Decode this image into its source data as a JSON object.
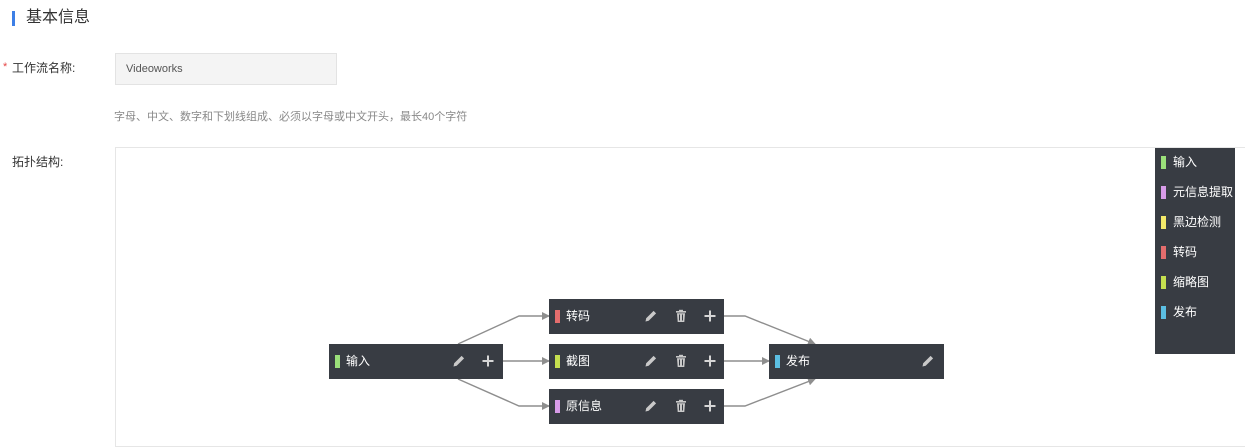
{
  "section": {
    "title": "基本信息"
  },
  "form": {
    "required_mark": "*",
    "name_label": "工作流名称:",
    "name_value": "Videoworks",
    "hint": "字母、中文、数字和下划线组成、必须以字母或中文开头，最长40个字符",
    "topology_label": "拓扑结构:"
  },
  "nodes": {
    "input": {
      "label": "输入",
      "color": "#9be07a"
    },
    "transcode": {
      "label": "转码",
      "color": "#e46d6d"
    },
    "snapshot": {
      "label": "截图",
      "color": "#c5df4f"
    },
    "metainfo": {
      "label": "原信息",
      "color": "#d79be8"
    },
    "publish": {
      "label": "发布",
      "color": "#5bbfe3"
    }
  },
  "legend": {
    "items": [
      {
        "label": "输入",
        "color": "#9be07a"
      },
      {
        "label": "元信息提取",
        "color": "#d79be8"
      },
      {
        "label": "黑边检测",
        "color": "#f3e96a"
      },
      {
        "label": "转码",
        "color": "#e46d6d"
      },
      {
        "label": "缩略图",
        "color": "#c5df4f"
      },
      {
        "label": "发布",
        "color": "#5bbfe3"
      }
    ]
  },
  "icons": {
    "edit": "pencil-icon",
    "delete": "trash-icon",
    "add": "plus-icon"
  }
}
